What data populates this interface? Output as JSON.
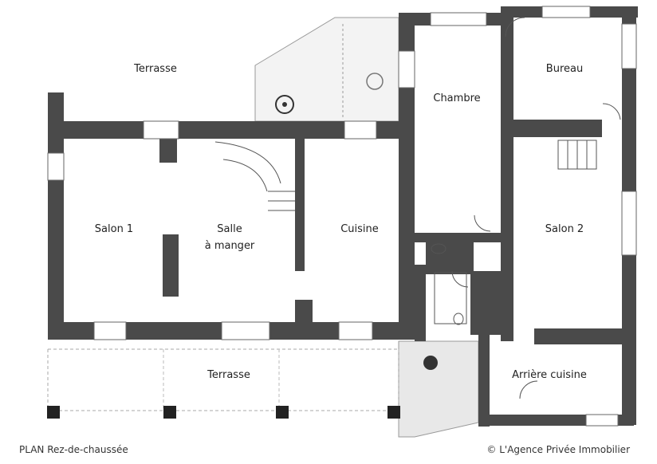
{
  "rooms": {
    "terrasse_top": "Terrasse",
    "chambre": "Chambre",
    "bureau": "Bureau",
    "salon_1": "Salon 1",
    "salle_line1": "Salle",
    "salle_line2": "à manger",
    "cuisine": "Cuisine",
    "salon_2": "Salon 2",
    "terrasse_bottom": "Terrasse",
    "arriere_cuisine": "Arrière cuisine"
  },
  "caption": {
    "plan": "PLAN  Rez-de-chaussée",
    "copyright": "© L'Agence Privée Immobilier"
  },
  "colors": {
    "wall": "#4a4a4a",
    "line": "#555555",
    "background": "#ffffff"
  }
}
